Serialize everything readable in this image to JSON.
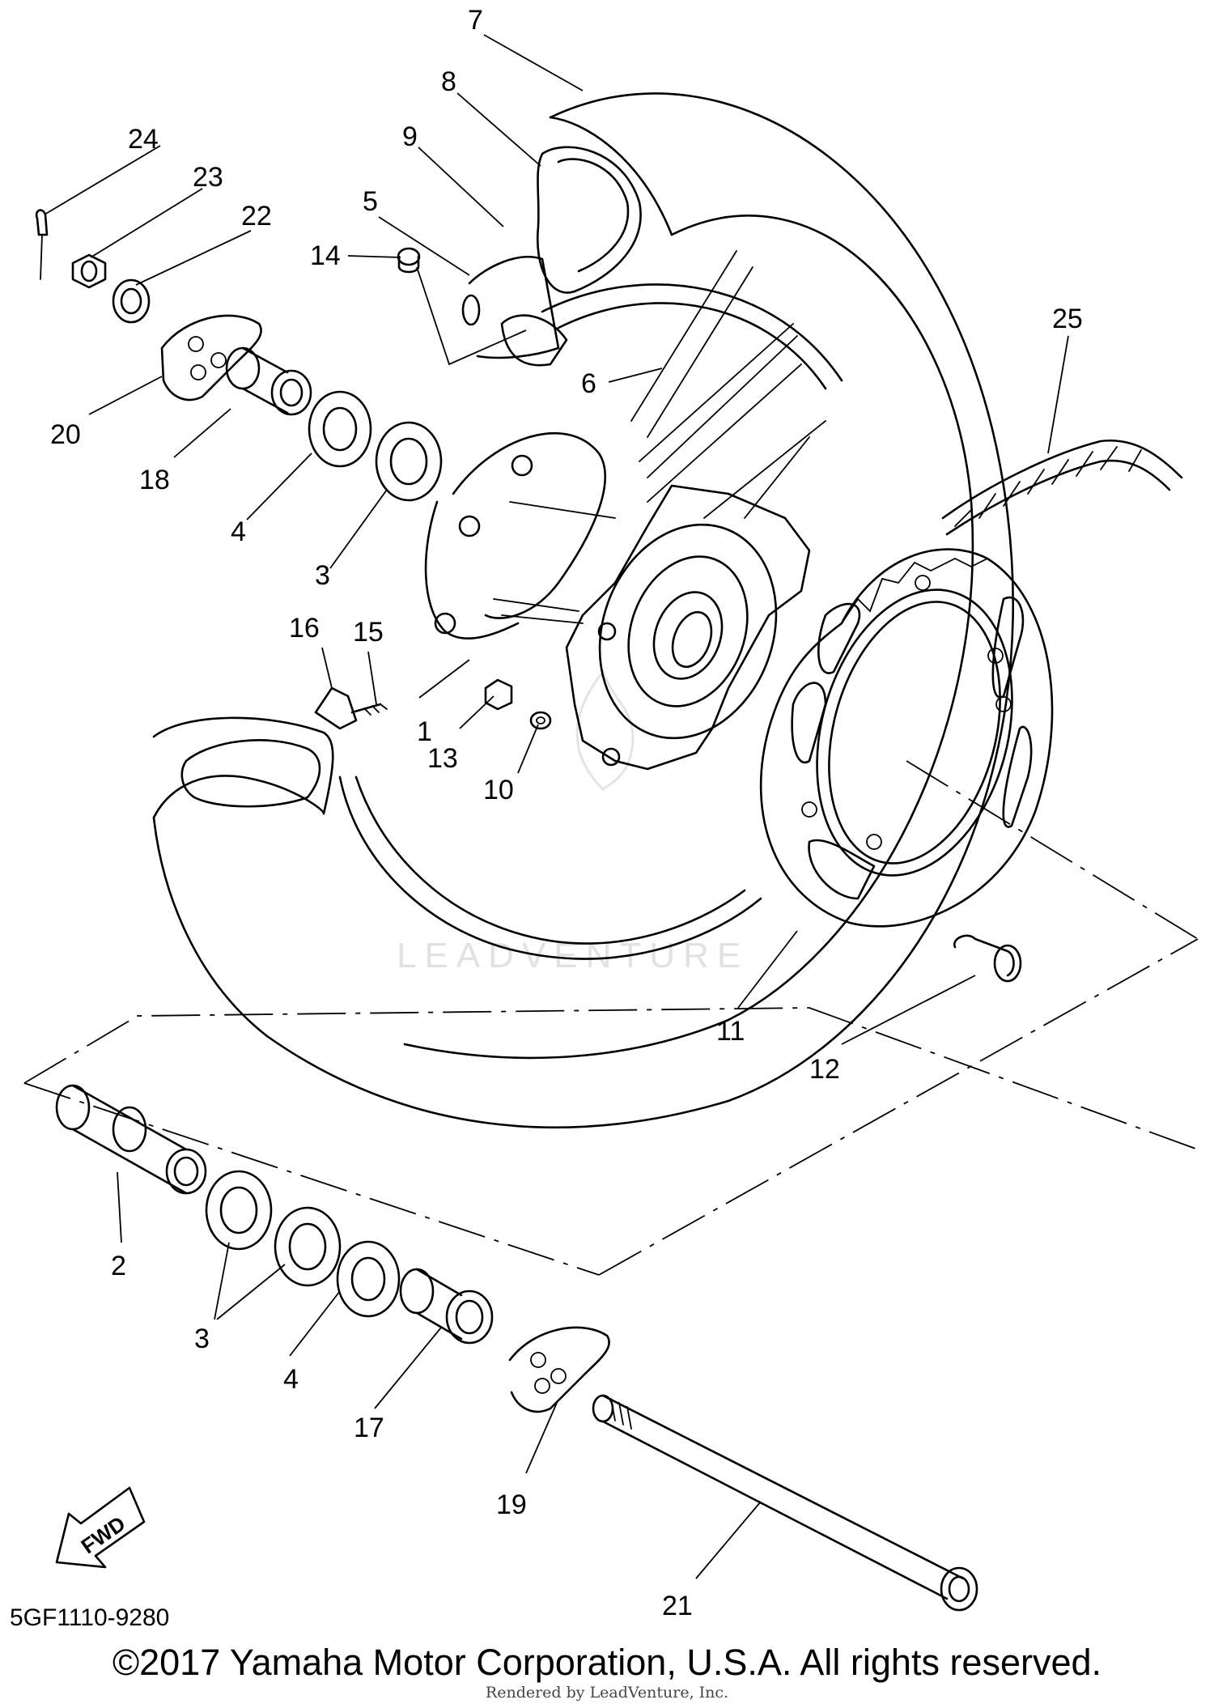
{
  "callouts": [
    "1",
    "2",
    "3",
    "4",
    "5",
    "6",
    "7",
    "8",
    "9",
    "10",
    "11",
    "12",
    "13",
    "14",
    "15",
    "16",
    "17",
    "18",
    "19",
    "20",
    "21",
    "22",
    "23",
    "24",
    "25",
    "3",
    "4"
  ],
  "fwd_label": "FWD",
  "diagram_code": "5GF1110-9280",
  "watermark": "LEADVENTURE",
  "copyright": "©2017 Yamaha Motor Corporation, U.S.A. All rights reserved.",
  "rendered_by": "Rendered by LeadVenture, Inc."
}
